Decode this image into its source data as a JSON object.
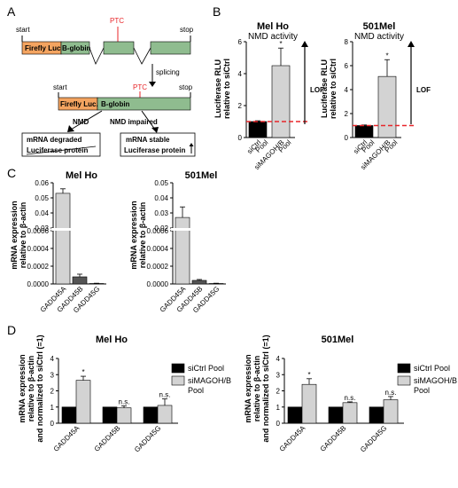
{
  "panels": {
    "a": "A",
    "b": "B",
    "c": "C",
    "d": "D"
  },
  "schematic": {
    "start_top": "start",
    "stop_top": "stop",
    "ptc_top": "PTC",
    "firefly_top": "Firefly Luc.",
    "bglobin_top": "B-globin",
    "splicing": "splicing",
    "start_bottom": "start",
    "stop_bottom": "stop",
    "ptc_bottom": "PTC",
    "firefly_bottom": "Firefly Luc.",
    "bglobin_bottom": "B-globin",
    "nmd": "NMD",
    "nmd_impaired": "NMD impaired",
    "degraded_1": "mRNA degraded",
    "degraded_2": "Luciferase protein",
    "stable_1": "mRNA stable",
    "stable_2": "Luciferase protein"
  },
  "colors": {
    "siCtrl": "#000000",
    "siMAGOH": "#d3d3d3",
    "threshold": "#e8262a",
    "ptc": "#e8262a",
    "firefly": "#f4a460",
    "bglobin": "#8fbc8f",
    "gadd45b_bar": "#555555"
  },
  "chart_data": [
    {
      "id": "B-melho",
      "type": "bar",
      "title": "Mel Ho",
      "subtitle": "NMD activity",
      "ylabel": "Luciferase RLU relative to siCtrl",
      "categories": [
        "siCtrl Pool",
        "siMAGOH/B Pool"
      ],
      "values": [
        1,
        4.5
      ],
      "errors": [
        0.05,
        1.1
      ],
      "ylim": [
        0,
        6
      ],
      "yticks": [
        "0",
        "2",
        "4",
        "6"
      ],
      "significance": [
        "",
        "*"
      ],
      "annotation": "LOF"
    },
    {
      "id": "B-501mel",
      "type": "bar",
      "title": "501Mel",
      "subtitle": "NMD activity",
      "ylabel": "Luciferase RLU relative to siCtrl",
      "categories": [
        "siCtrl Pool",
        "siMAGOH/B Pool"
      ],
      "values": [
        1,
        5.1
      ],
      "errors": [
        0.05,
        1.4
      ],
      "ylim": [
        0,
        8
      ],
      "yticks": [
        "0",
        "2",
        "4",
        "6",
        "8"
      ],
      "significance": [
        "",
        "*"
      ],
      "annotation": "LOF"
    },
    {
      "id": "C-melho",
      "type": "bar",
      "title": "Mel Ho",
      "ylabel": "mRNA expression relative to β-actin",
      "categories": [
        "GADD45A",
        "GADD45B",
        "GADD45G"
      ],
      "values": [
        0.053,
        8e-05,
        5e-06
      ],
      "errors": [
        0.003,
        3e-05,
        3e-06
      ],
      "ylim_bottom": [
        0,
        0.0006
      ],
      "yticks_bottom": [
        "0.0000",
        "0.0002",
        "0.0004",
        "0.0006"
      ],
      "ylim_top": [
        0.03,
        0.06
      ],
      "yticks_top": [
        "0.03",
        "0.04",
        "0.05",
        "0.06"
      ]
    },
    {
      "id": "C-501mel",
      "type": "bar",
      "title": "501Mel",
      "ylabel": "mRNA expression relative to β-actin",
      "categories": [
        "GADD45A",
        "GADD45B",
        "GADD45G"
      ],
      "values": [
        0.027,
        4e-05,
        5e-06
      ],
      "errors": [
        0.007,
        1e-05,
        3e-06
      ],
      "ylim_bottom": [
        0,
        0.0006
      ],
      "yticks_bottom": [
        "0.0000",
        "0.0002",
        "0.0004",
        "0.0006"
      ],
      "ylim_top": [
        0.02,
        0.05
      ],
      "yticks_top": [
        "0.02",
        "0.03",
        "0.04",
        "0.05"
      ]
    },
    {
      "id": "D-melho",
      "type": "bar",
      "title": "Mel Ho",
      "ylabel": "mRNA expression relative to β-actin and normalized to siCtrl (=1)",
      "categories": [
        "GADD45A",
        "GADD45B",
        "GADD45G"
      ],
      "series": [
        {
          "name": "siCtrl Pool",
          "values": [
            1,
            1,
            1
          ],
          "errors": [
            0,
            0,
            0
          ]
        },
        {
          "name": "siMAGOH/B Pool",
          "values": [
            2.65,
            0.95,
            1.1
          ],
          "errors": [
            0.25,
            0.12,
            0.4
          ]
        }
      ],
      "significance": [
        "*",
        "n.s.",
        "n.s."
      ],
      "ylim": [
        0,
        4
      ],
      "yticks": [
        "0",
        "1",
        "2",
        "3",
        "4"
      ],
      "legend": "right"
    },
    {
      "id": "D-501mel",
      "type": "bar",
      "title": "501Mel",
      "ylabel": "mRNA expression relative to β-actin and normalized to siCtrl (=1)",
      "categories": [
        "GADD45A",
        "GADD45B",
        "GADD45G"
      ],
      "series": [
        {
          "name": "siCtrl Pool",
          "values": [
            1,
            1,
            1
          ],
          "errors": [
            0,
            0,
            0
          ]
        },
        {
          "name": "siMAGOH/B Pool",
          "values": [
            2.4,
            1.27,
            1.45
          ],
          "errors": [
            0.35,
            0.05,
            0.2
          ]
        }
      ],
      "significance": [
        "*",
        "n.s.",
        "n.s."
      ],
      "ylim": [
        0,
        4
      ],
      "yticks": [
        "0",
        "1",
        "2",
        "3",
        "4"
      ],
      "legend": "right"
    }
  ]
}
